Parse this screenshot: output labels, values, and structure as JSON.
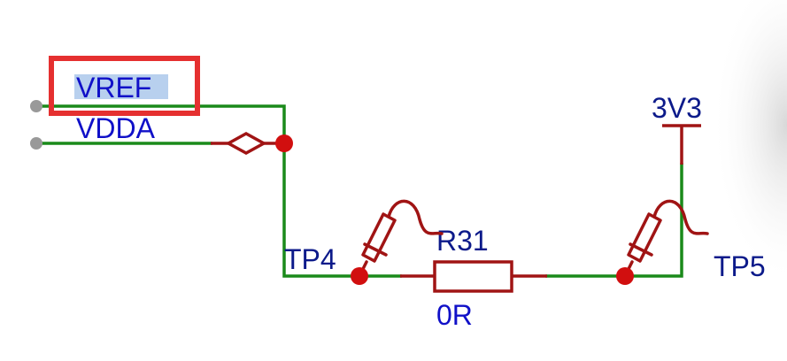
{
  "colors": {
    "background": "#ffffff",
    "wire": "#1a8a1a",
    "component": "#a01414",
    "junction": "#d10f0f",
    "net_label": "#1010c8",
    "designator": "#0c1a8a",
    "pin": "#999999",
    "highlight_box": "#e53030",
    "highlight_fill": "#b8d0ee"
  },
  "nets": {
    "vref": "VREF",
    "vdda": "VDDA",
    "power": "3V3"
  },
  "components": {
    "test_point_1": "TP4",
    "test_point_2": "TP5",
    "resistor_ref": "R31",
    "resistor_value": "0R"
  },
  "icons": {
    "net_port": "diamond-port-icon",
    "test_point": "test-point-probe-icon",
    "resistor": "resistor-icon",
    "power_port": "power-bar-icon"
  }
}
